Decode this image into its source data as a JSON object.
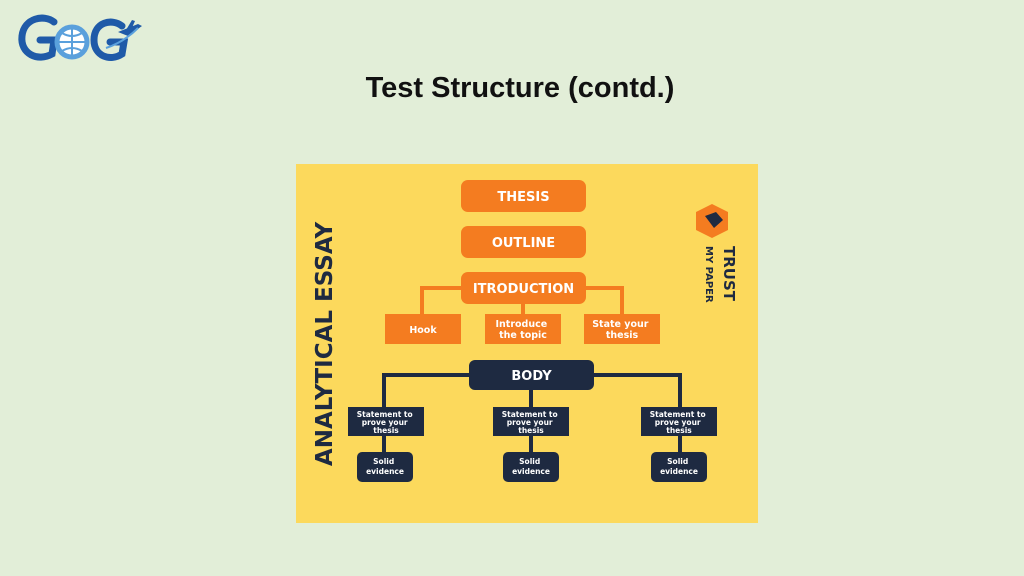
{
  "slide": {
    "title": "Test Structure (contd.)"
  },
  "logo": {
    "text": "GOG",
    "colors": {
      "blue": "#1f5aa8",
      "light_blue": "#5aa0dc"
    }
  },
  "diagram": {
    "side_title": "ANALYTICAL ESSAY",
    "brand": {
      "line1": "TRUST",
      "line2": "MY PAPER"
    },
    "thesis": "THESIS",
    "outline": "OUTLINE",
    "introduction": "ITRODUCTION",
    "intro_items": [
      {
        "lines": [
          "Hook"
        ]
      },
      {
        "lines": [
          "Introduce",
          "the topic"
        ]
      },
      {
        "lines": [
          "State your",
          "thesis"
        ]
      }
    ],
    "body": "BODY",
    "body_items": [
      {
        "statement": [
          "Statement to",
          "prove your",
          "thesis"
        ],
        "evidence": [
          "Solid",
          "evidence"
        ]
      },
      {
        "statement": [
          "Statement to",
          "prove your",
          "thesis"
        ],
        "evidence": [
          "Solid",
          "evidence"
        ]
      },
      {
        "statement": [
          "Statement to",
          "prove your",
          "thesis"
        ],
        "evidence": [
          "Solid",
          "evidence"
        ]
      }
    ],
    "colors": {
      "background": "#fcd95c",
      "orange": "#f47c20",
      "navy": "#1e2a41",
      "text_light": "#ffffff",
      "side_title": "#1e2a41"
    }
  }
}
